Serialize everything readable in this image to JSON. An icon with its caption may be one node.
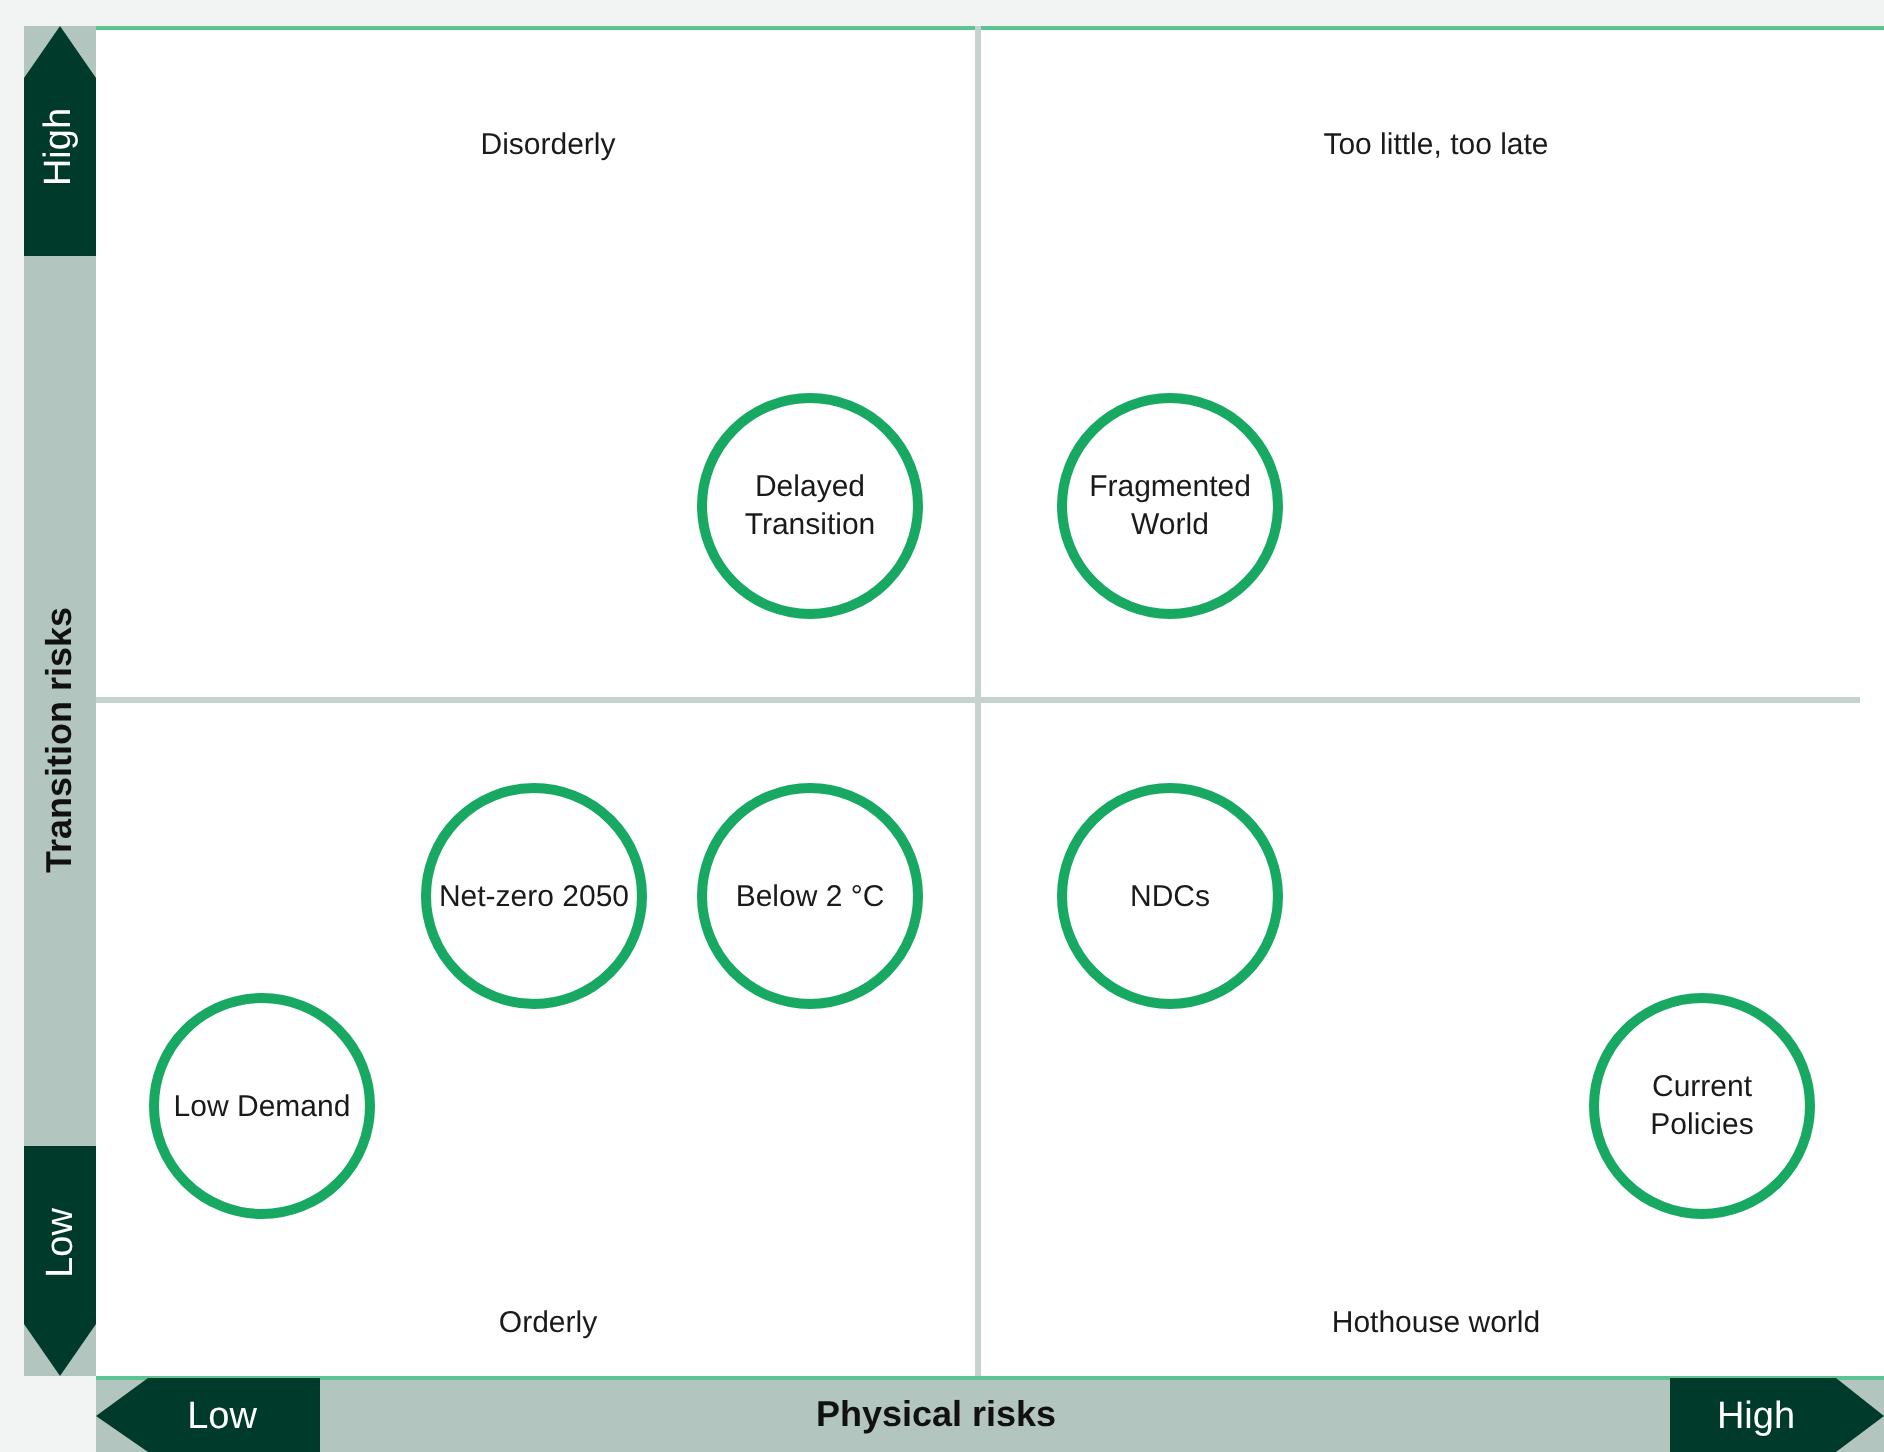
{
  "diagram": {
    "nodes": [
      {
        "text": [
          "Delayed Transition"
        ]
      },
      {
        "text": [
          "Fragmented World"
        ]
      },
      {
        "text": [
          "Net-zero 2050"
        ]
      },
      {
        "text": [
          "Below 2 °C"
        ]
      },
      {
        "text": [
          "NDCs"
        ]
      },
      {
        "text": [
          "Low Demand"
        ]
      },
      {
        "text": [
          "Current Policies"
        ]
      }
    ],
    "labels": [
      "High",
      "Disorderly",
      "Too little, too late",
      "Transition risks",
      "Low",
      "Orderly",
      "Hothouse world",
      "Low",
      "Physical risks",
      "High"
    ]
  }
}
